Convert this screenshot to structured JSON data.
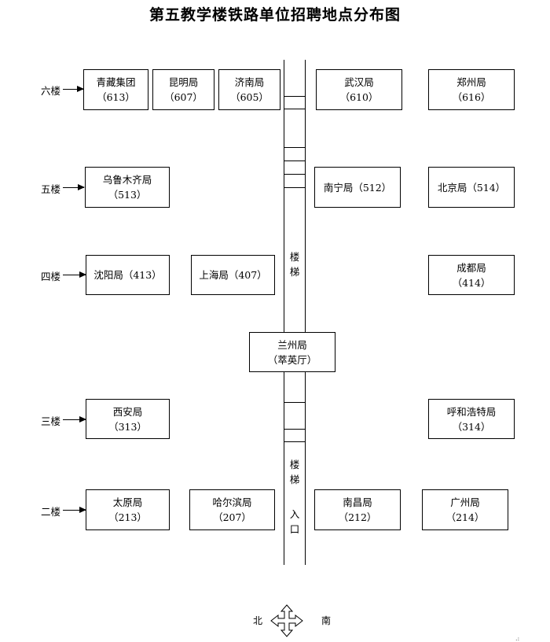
{
  "title": "第五教学楼铁路单位招聘地点分布图",
  "floors": {
    "f6": "六楼",
    "f5": "五楼",
    "f4": "四楼",
    "f3": "三楼",
    "f2": "二楼"
  },
  "rooms": {
    "qingzang": {
      "name": "青藏集团",
      "room": "（613）"
    },
    "kunming": {
      "name": "昆明局",
      "room": "（607）"
    },
    "jinan": {
      "name": "济南局",
      "room": "（605）"
    },
    "wuhan": {
      "name": "武汉局",
      "room": "（610）"
    },
    "zhengzhou": {
      "name": "郑州局",
      "room": "（616）"
    },
    "urumqi": {
      "name": "乌鲁木齐局",
      "room": "（513）"
    },
    "nanning": {
      "label": "南宁局（512）"
    },
    "beijing": {
      "label": "北京局（514）"
    },
    "shenyang": {
      "label": "沈阳局（413）"
    },
    "shanghai": {
      "label": "上海局（407）"
    },
    "chengdu": {
      "name": "成都局",
      "room": "（414）"
    },
    "lanzhou": {
      "name": "兰州局",
      "room": "（萃英厅）"
    },
    "xian": {
      "name": "西安局",
      "room": "（313）"
    },
    "huhehaote": {
      "name": "呼和浩特局",
      "room": "（314）"
    },
    "taiyuan": {
      "name": "太原局",
      "room": "（213）"
    },
    "harbin": {
      "name": "哈尔滨局",
      "room": "（207）"
    },
    "nanchang": {
      "name": "南昌局",
      "room": "（212）"
    },
    "guangzhou": {
      "name": "广州局",
      "room": "（214）"
    }
  },
  "stairs": {
    "upper": [
      "楼",
      "梯"
    ],
    "lower": [
      "楼",
      "梯",
      "入",
      "口"
    ]
  },
  "compass": {
    "north": "北",
    "south": "南"
  }
}
